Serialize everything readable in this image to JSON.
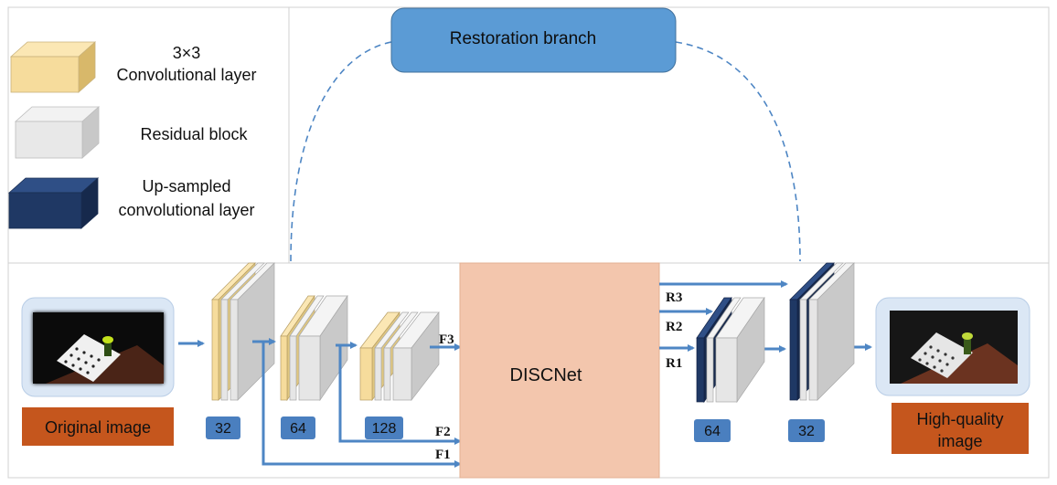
{
  "legend": {
    "conv_line1": "3×3",
    "conv_line2": "Convolutional layer",
    "residual": "Residual block",
    "upsampled_line1": "Up-sampled",
    "upsampled_line2": "convolutional layer"
  },
  "restoration_branch": "Restoration branch",
  "discnet": "DISCNet",
  "input_label": "Original image",
  "output_label_line1": "High-quality",
  "output_label_line2": "image",
  "encoder_channels": [
    "32",
    "64",
    "128"
  ],
  "decoder_channels": [
    "64",
    "32"
  ],
  "encoder_features": [
    "F3",
    "F2",
    "F1"
  ],
  "decoder_features": [
    "R3",
    "R2",
    "R1"
  ],
  "colors": {
    "conv": "#f6dc9c",
    "residual": "#d9d9d9",
    "upsampled": "#1f3864",
    "arrow": "#4e86c4",
    "badge": "#4a7fbf",
    "label_box": "#c5561d",
    "discnet": "#f3c6ad",
    "restoration": "#5b9bd5"
  }
}
